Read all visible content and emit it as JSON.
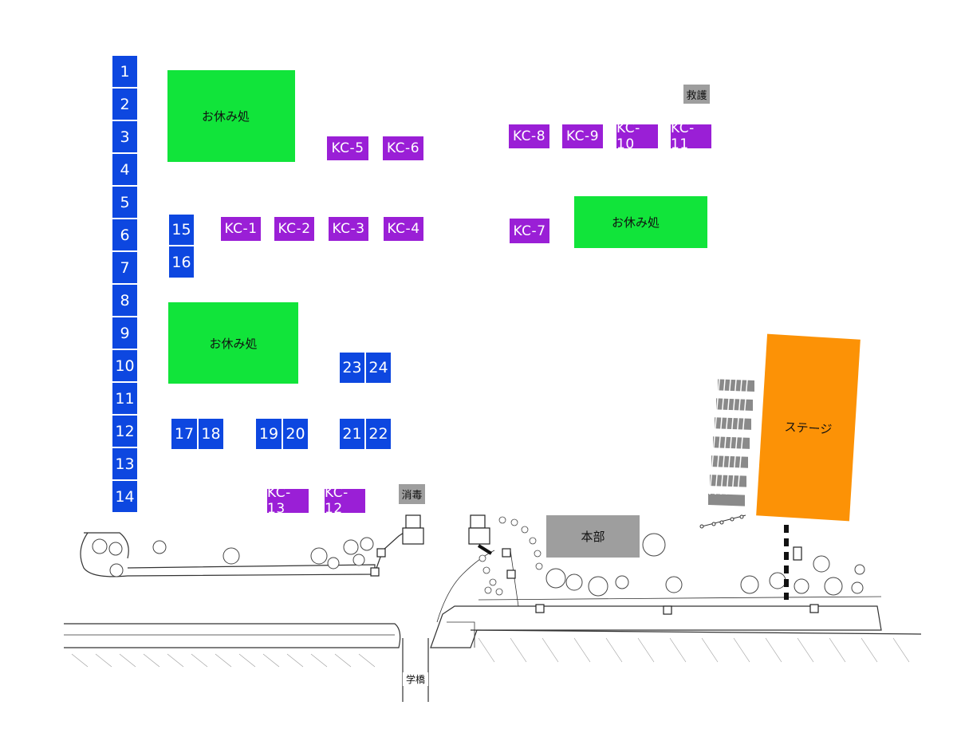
{
  "left_column_booths": [
    "1",
    "2",
    "3",
    "4",
    "5",
    "6",
    "7",
    "8",
    "9",
    "10",
    "11",
    "12",
    "13",
    "14"
  ],
  "booths": {
    "b15": "15",
    "b16": "16",
    "b17": "17",
    "b18": "18",
    "b19": "19",
    "b20": "20",
    "b21": "21",
    "b22": "22",
    "b23": "23",
    "b24": "24"
  },
  "kitchen_cars": {
    "kc1": "KC-1",
    "kc2": "KC-2",
    "kc3": "KC-3",
    "kc4": "KC-4",
    "kc5": "KC-5",
    "kc6": "KC-6",
    "kc7": "KC-7",
    "kc8": "KC-8",
    "kc9": "KC-9",
    "kc10": "KC-10",
    "kc11": "KC-11",
    "kc12": "KC-12",
    "kc13": "KC-13"
  },
  "rest_areas": {
    "label": "お休み処"
  },
  "facilities": {
    "rescue": "救護",
    "disinfection": "消毒",
    "headquarters": "本部",
    "stage": "ステージ",
    "bridge": "学橋"
  },
  "colors": {
    "booth": "#0d47e0",
    "kitchen_car": "#9a1fd6",
    "rest_area": "#11e43a",
    "stage": "#fc9206",
    "facility": "#9e9e9e"
  }
}
